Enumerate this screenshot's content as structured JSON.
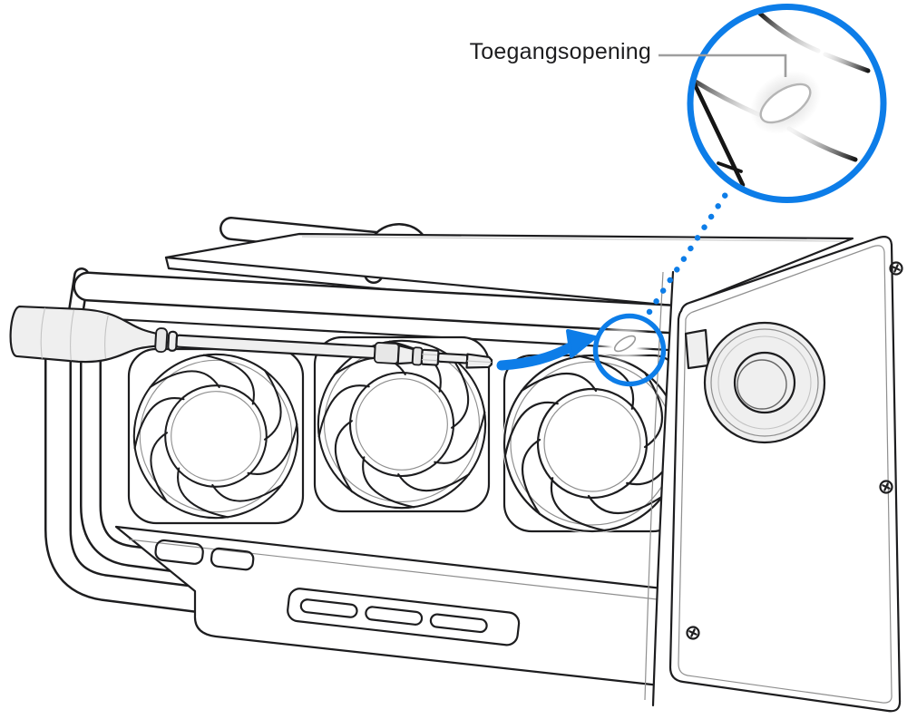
{
  "figure": {
    "label_text": "Toegangsopening",
    "subject": "mac-pro-side-removed-illustration",
    "tool": "screwdriver",
    "highlight": "access-opening"
  },
  "colors": {
    "accent": "#0d7de8",
    "callout": "#9e9e9e",
    "ink": "#1d1d1f",
    "light": "#efefef",
    "mid": "#e7e7e7",
    "paper": "#ffffff"
  }
}
